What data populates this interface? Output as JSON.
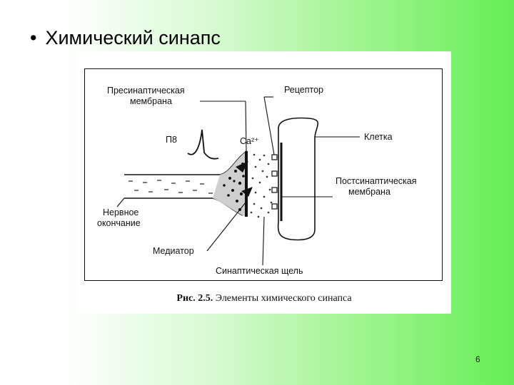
{
  "slide": {
    "bullet": "•",
    "title": "Химический синапс",
    "page_number": "6"
  },
  "figure": {
    "caption_prefix": "Рис. 2.5.",
    "caption_text": "Элементы химического синапса",
    "labels": {
      "presynaptic_line1": "Пресинаптическая",
      "presynaptic_line2": "мембрана",
      "receptor": "Рецептор",
      "cell": "Клетка",
      "postsynaptic_line1": "Постсинаптическая",
      "postsynaptic_line2": "мембрана",
      "p8": "П8",
      "ca_ion": "Ca²⁺",
      "nerve_ending_line1": "Нервное",
      "nerve_ending_line2": "окончание",
      "mediator": "Медиатор",
      "synaptic_cleft": "Синаптическая щель"
    }
  }
}
